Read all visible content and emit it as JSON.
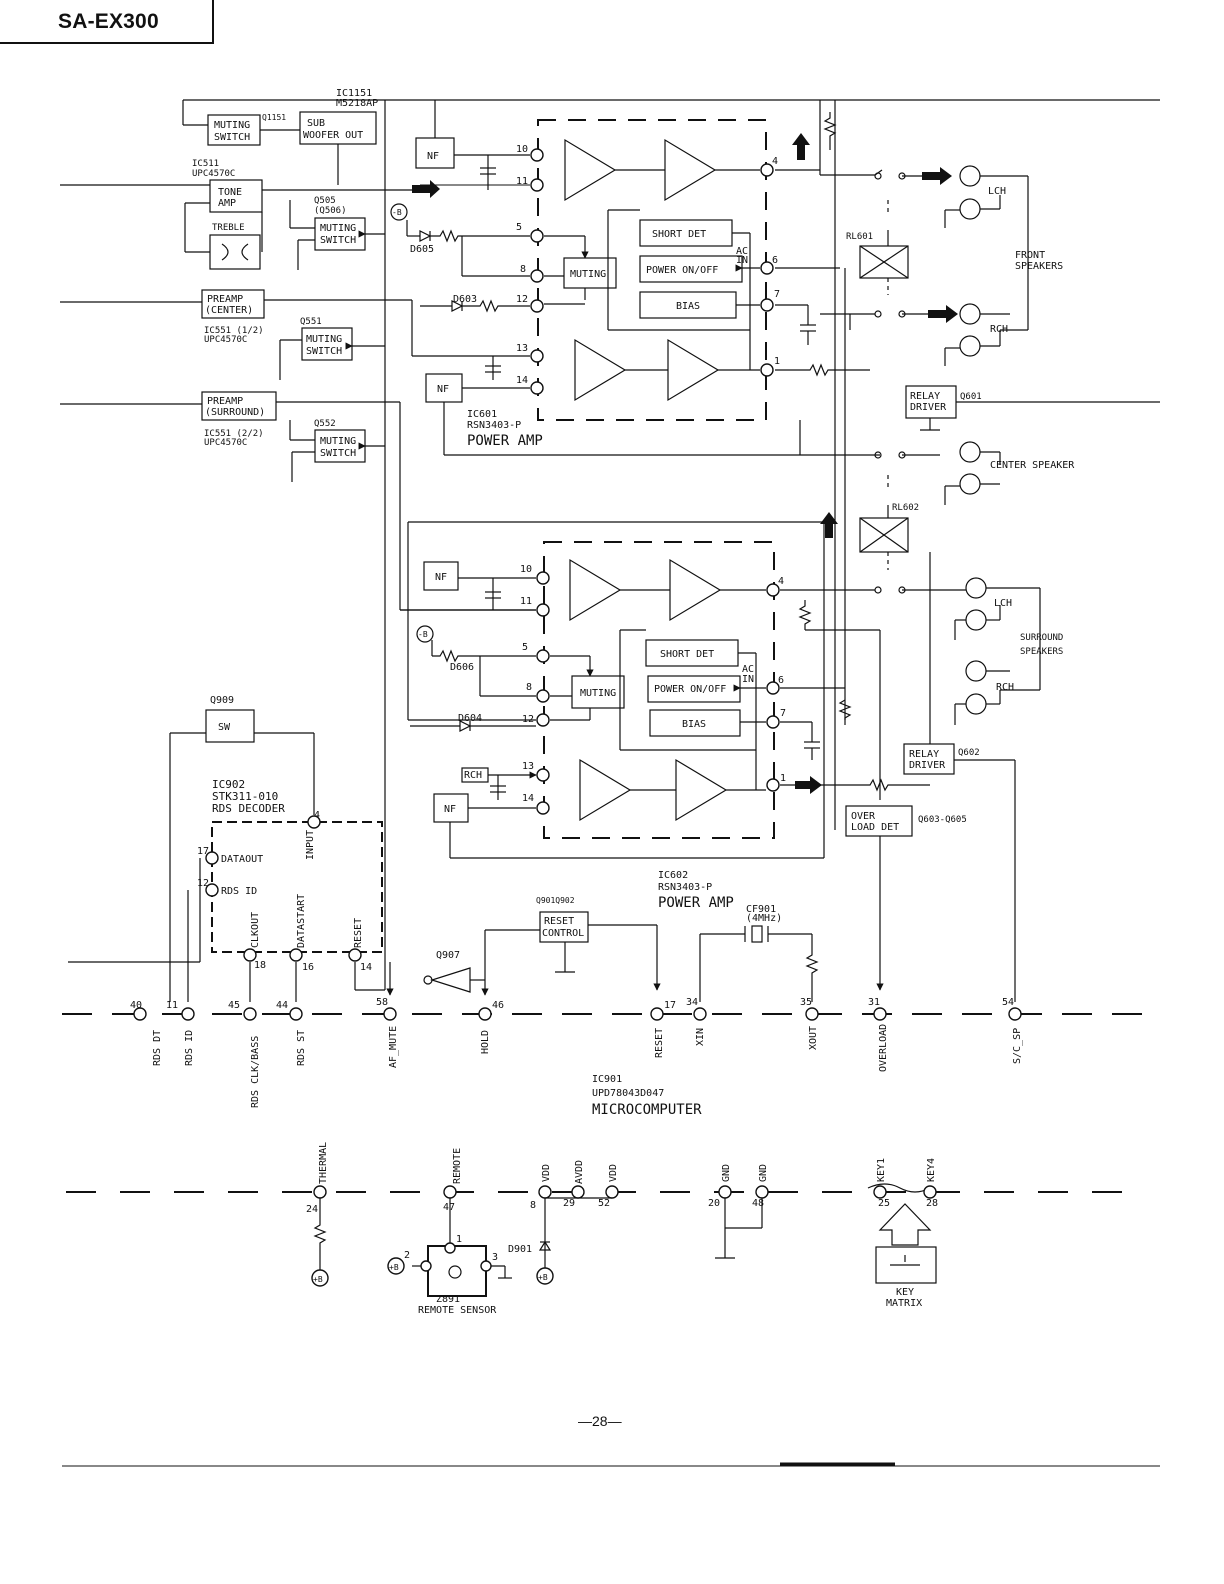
{
  "header": {
    "model": "SA-EX300"
  },
  "footer": {
    "page": "—28—"
  },
  "labels": {
    "ic1151": "IC1151",
    "ic1151_part": "M5218AP",
    "q1151": "Q1151",
    "muting": "MUTING",
    "switch": "SWITCH",
    "sub": "SUB",
    "woofer_out": "WOOFER OUT",
    "ic511": "IC511",
    "ic511_part": "UPC4570C",
    "tone": "TONE",
    "amp": "AMP",
    "treble": "TREBLE",
    "q505": "Q505",
    "q506": "(Q506)",
    "preamp": "PREAMP",
    "center_paren": "(CENTER)",
    "surround_paren": "(SURROUND)",
    "ic551_1": "IC551 (1/2)",
    "ic551_2": "IC551 (2/2)",
    "ic551_part": "UPC4570C",
    "q551": "Q551",
    "q552": "Q552",
    "neg_b": "-B",
    "pos_b": "+B",
    "d605": "D605",
    "d603": "D603",
    "d606": "D606",
    "d604": "D604",
    "nf": "NF",
    "short_det": "SHORT DET",
    "power_onoff": "POWER ON/OFF",
    "bias": "BIAS",
    "ac": "AC",
    "in": "IN",
    "ic601": "IC601",
    "ic601_part": "RSN3403-P",
    "power_amp": "POWER AMP",
    "ic602": "IC602",
    "ic602_part": "RSN3403-P",
    "rl601": "RL601",
    "rl602": "RL602",
    "lch": "LCH",
    "rch": "RCH",
    "front": "FRONT",
    "speakers_caps": "SPEAKERS",
    "relay": "RELAY",
    "driver": "DRIVER",
    "q601": "Q601",
    "q602": "Q602",
    "center_speaker": "CENTER SPEAKER",
    "surround": "SURROUND",
    "over": "OVER",
    "load_det": "LOAD DET",
    "q603_605": "Q603-Q605",
    "q909": "Q909",
    "sw": "SW",
    "ic902": "IC902",
    "ic902_part": "STK311-010",
    "rds_decoder": "RDS DECODER",
    "input": "INPUT",
    "dataout": "DATAOUT",
    "rds_id_pin": "RDS ID",
    "clkout": "CLKOUT",
    "datastart": "DATASTART",
    "reset": "RESET",
    "q907": "Q907",
    "q901_902": "Q901Q902",
    "reset_box": "RESET",
    "control": "CONTROL",
    "cf901": "CF901",
    "cf901_freq": "(4MHz)",
    "ic901": "IC901",
    "ic901_part": "UPD78043D047",
    "microcomputer": "MICROCOMPUTER",
    "thermal": "THERMAL",
    "remote": "REMOTE",
    "vdd": "VDD",
    "avdd": "AVDD",
    "gnd": "GND",
    "key1": "KEY1",
    "key4": "KEY4",
    "d901": "D901",
    "z891": "Z891",
    "remote_sensor": "REMOTE SENSOR",
    "key": "KEY",
    "matrix": "MATRIX"
  },
  "pins": {
    "p10": "10",
    "p11": "11",
    "p4": "4",
    "p5": "5",
    "p8": "8",
    "p12": "12",
    "p6": "6",
    "p7": "7",
    "p13": "13",
    "p14": "14",
    "p1": "1",
    "p17": "17",
    "p18": "18",
    "p16": "16",
    "p40": "40",
    "p45": "45",
    "p44": "44",
    "p58": "58",
    "p46": "46",
    "p34": "34",
    "p35": "35",
    "p31": "31",
    "p54": "54",
    "p24": "24",
    "p47": "47",
    "p29": "29",
    "p52": "52",
    "p20": "20",
    "p48": "48",
    "p25": "25",
    "p28": "28",
    "p2": "2",
    "p3": "3"
  },
  "bus_signals": [
    "RDS DT",
    "RDS ID",
    "RDS CLK/BASS",
    "RDS ST",
    "AF_MUTE",
    "HOLD",
    "RESET",
    "XIN",
    "XOUT",
    "OVERLOAD",
    "S/C_SP"
  ]
}
